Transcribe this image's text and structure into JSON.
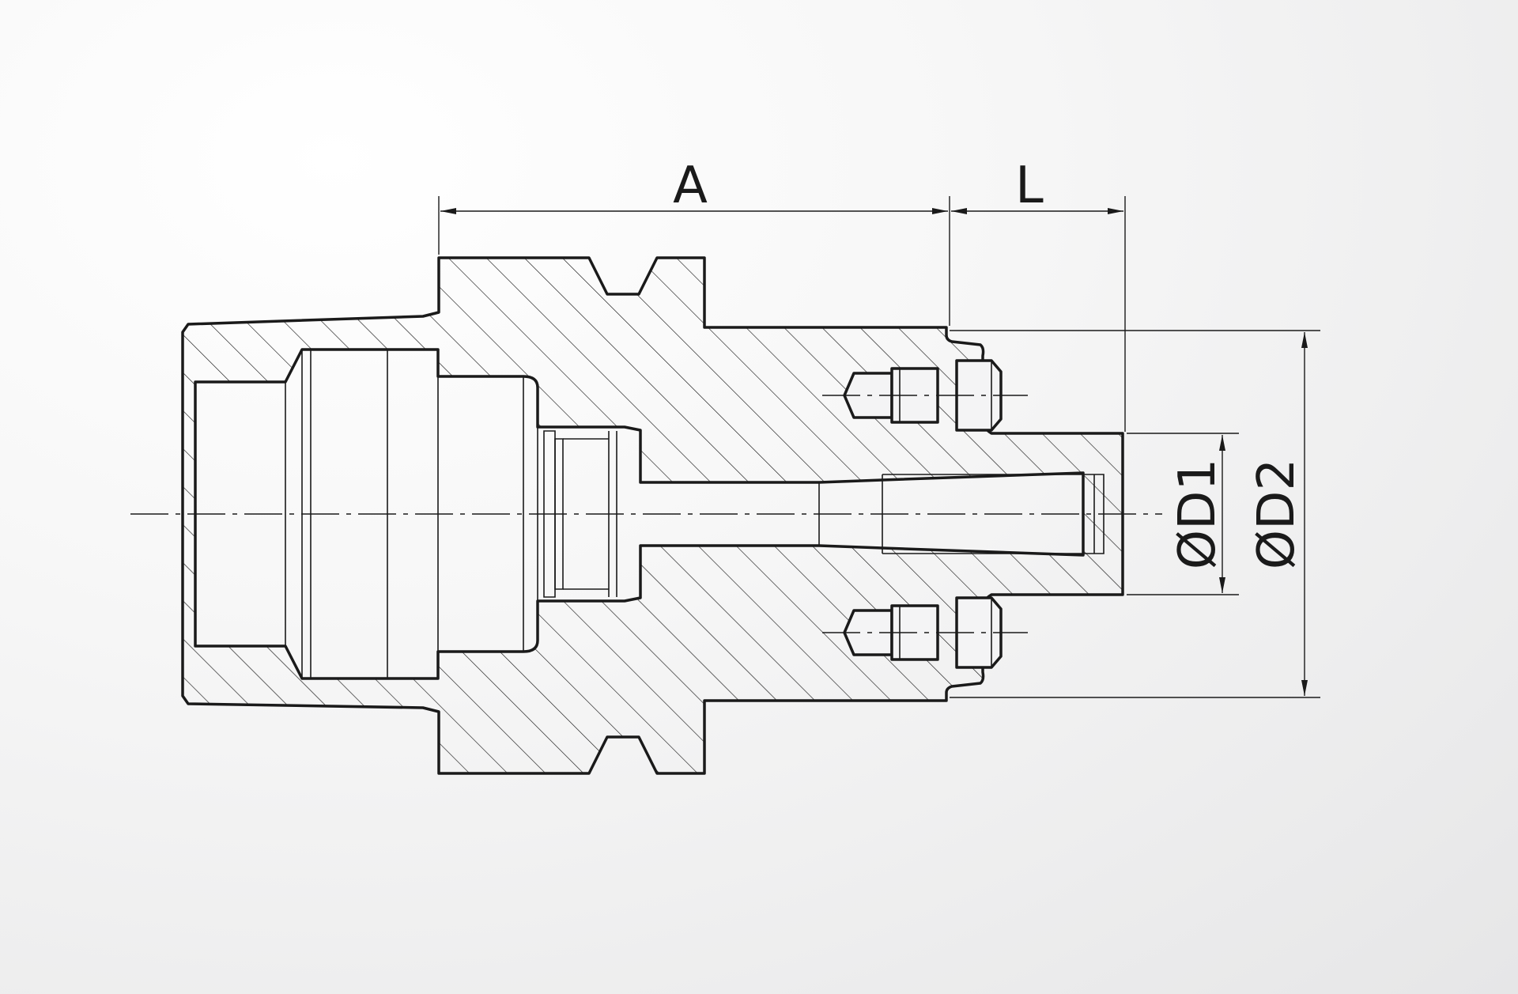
{
  "drawing": {
    "line_color": "#1a1a1a",
    "background_color": "#f4f4f5"
  },
  "dimensions": {
    "A": "A",
    "L": "L",
    "D1": "ØD1",
    "D2": "ØD2"
  }
}
